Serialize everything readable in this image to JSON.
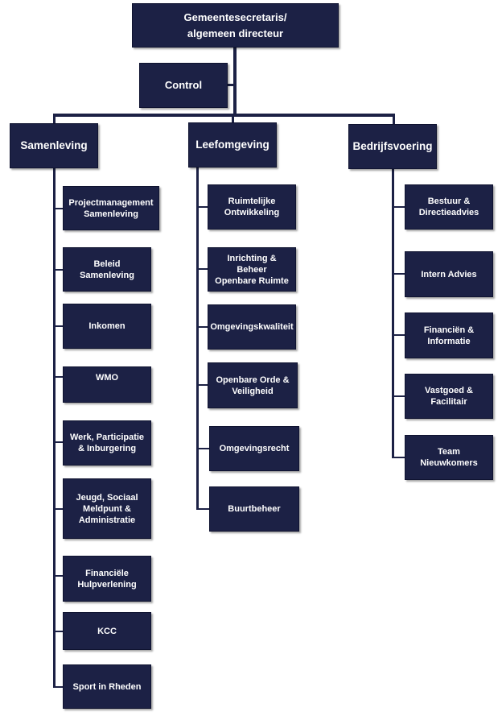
{
  "top": "Gemeentesecretaris/\nalgemeen directeur",
  "control": "Control",
  "departments": [
    {
      "name": "Samenleving",
      "units": [
        "Projectmanagement\nSamenleving",
        "Beleid Samenleving",
        "Inkomen",
        "WMO",
        "Werk, Participatie\n& Inburgering",
        "Jeugd, Sociaal\nMeldpunt &\nAdministratie",
        "Financiële\nHulpverlening",
        "KCC",
        "Sport in Rheden"
      ]
    },
    {
      "name": "Leefomgeving",
      "units": [
        "Ruimtelijke\nOntwikkeling",
        "Inrichting & Beheer\nOpenbare Ruimte",
        "Omgevingskwaliteit",
        "Openbare Orde &\nVeiligheid",
        "Omgevingsrecht",
        "Buurtbeheer"
      ]
    },
    {
      "name": "Bedrijfsvoering",
      "units": [
        "Bestuur &\nDirectieadvies",
        "Intern Advies",
        "Financiën &\nInformatie",
        "Vastgoed &\nFacilitair",
        "Team\nNieuwkomers"
      ]
    }
  ],
  "colors": {
    "box": "#1c2145",
    "text": "#ffffff",
    "line": "#1c2145"
  }
}
